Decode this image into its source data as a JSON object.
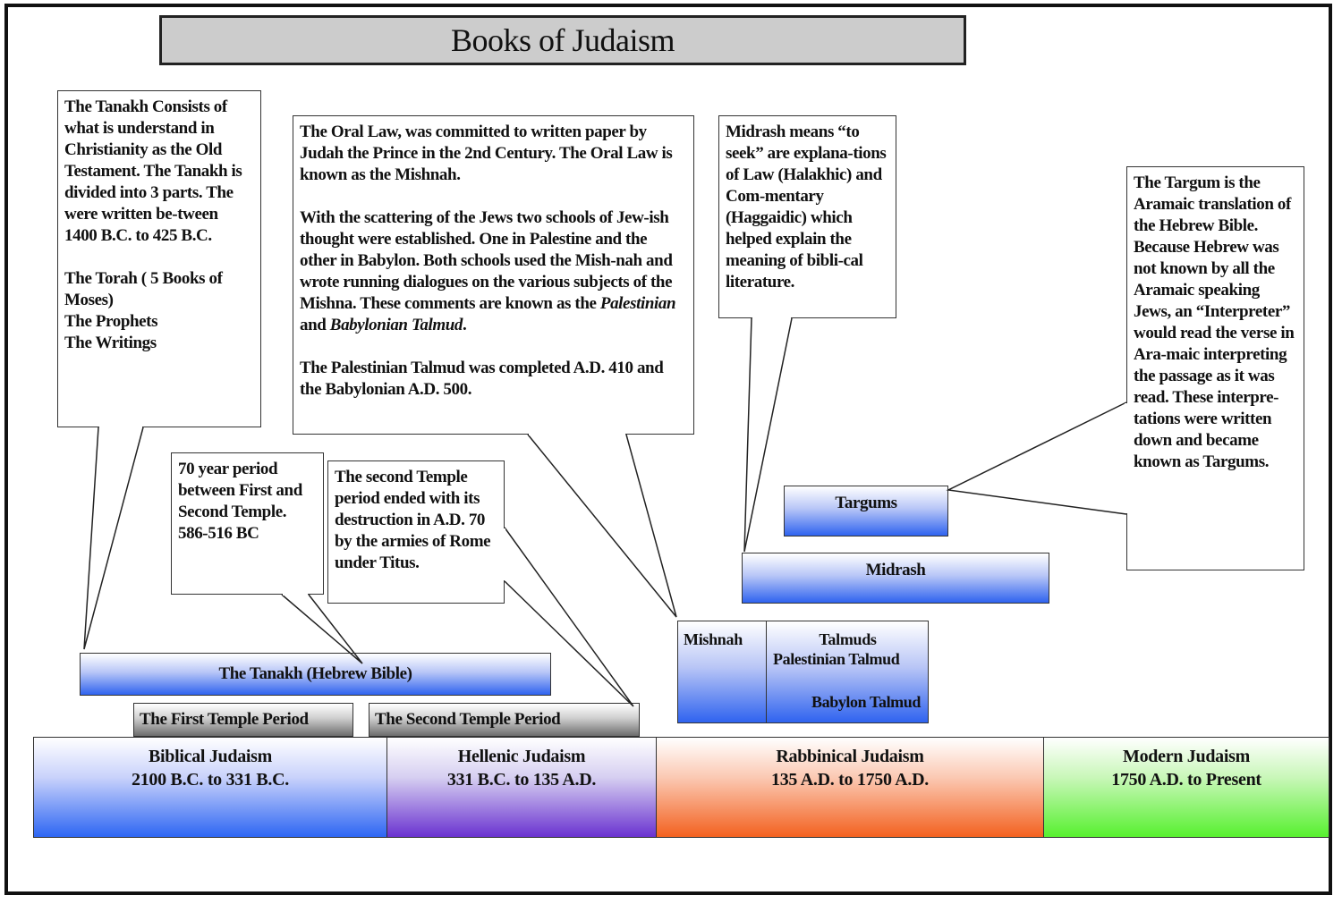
{
  "title": "Books of Judaism",
  "callouts": {
    "tanakh": {
      "paragraphs": [
        "The Tanakh Consists of what  is understand in Christianity as the Old Testament.  The Tanakh is divided into 3 parts. The were written be-tween 1400 B.C. to 425 B.C.",
        "The Torah ( 5 Books of Moses)\nThe Prophets\nThe Writings"
      ]
    },
    "oral_law": {
      "p1": "The Oral Law, was committed to written paper by Judah the Prince in the 2nd Century.  The Oral Law is known as the Mishnah.",
      "p2_start": "With the scattering of the Jews two schools of Jew-ish thought were established. One in Palestine and the other in Babylon.  Both schools used the Mish-nah and wrote running dialogues on the various subjects of the Mishna. These comments are known as the ",
      "p2_italic1": "Palestinian",
      "p2_and": " and ",
      "p2_italic2": "Babylonian Talmud",
      "p2_end": ".",
      "p3": "The Palestinian Talmud was completed A.D. 410 and the Babylonian A.D. 500."
    },
    "midrash": {
      "text": "Midrash means “to seek” are explana-tions of Law (Halakhic) and Com-mentary (Haggaidic) which helped explain the meaning of bibli-cal literature."
    },
    "targum": {
      "text": "The Targum is the Aramaic translation of the Hebrew Bible. Because Hebrew was not known by all the Aramaic speaking Jews, an “Interpreter” would read the verse in Ara-maic interpreting the passage as it was read.  These interpre-tations were written down and became known as Targums."
    },
    "seventy_years": {
      "text": "70 year period between First and Second Temple. 586-516 BC"
    },
    "second_temple": {
      "text": "The second Temple period ended with its destruction in A.D. 70 by the armies of Rome under Titus."
    }
  },
  "bars": {
    "tanakh": "The Tanakh (Hebrew Bible)",
    "first_temple": "The First Temple Period",
    "second_temple": "The Second Temple  Period",
    "targums": "Targums",
    "midrash": "Midrash",
    "mishnah": "Mishnah",
    "talmuds": {
      "heading": "Talmuds",
      "palestinian": "Palestinian Talmud",
      "babylon": "Babylon Talmud"
    }
  },
  "eras": [
    {
      "name": "Biblical Judaism",
      "dates": "2100 B.C. to 331 B.C.",
      "color": "#2d66f3"
    },
    {
      "name": "Hellenic Judaism",
      "dates": "331 B.C. to 135 A.D.",
      "color": "#6a32d0"
    },
    {
      "name": "Rabbinical Judaism",
      "dates": "135 A.D. to 1750 A.D.",
      "color": "#f3611f"
    },
    {
      "name": "Modern Judaism",
      "dates": "1750 A.D. to Present",
      "color": "#57f02f"
    }
  ]
}
